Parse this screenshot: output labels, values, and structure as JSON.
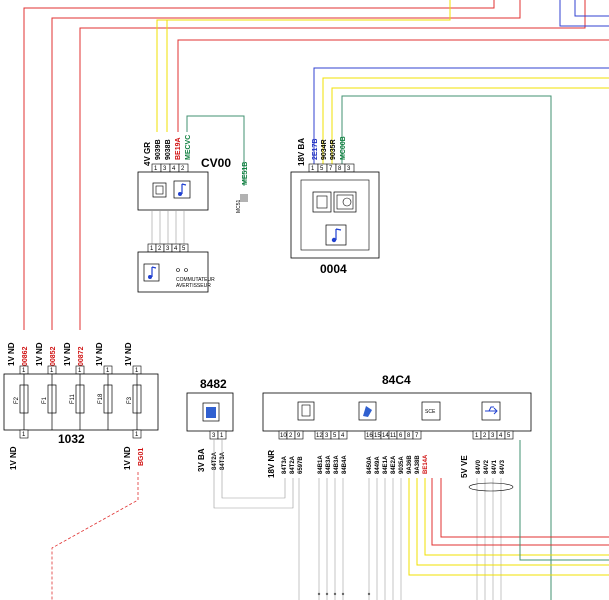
{
  "colors": {
    "red": "#e03030",
    "yellow": "#f0e000",
    "blue": "#3040d0",
    "green": "#409070",
    "grey": "#a0a0a0",
    "code_red": "#d01010",
    "code_green": "#108040",
    "code_blue": "#2030c0"
  },
  "components": {
    "cv00": {
      "name": "CV00",
      "supply": "4V GR",
      "wire_codes": [
        "9039B",
        "9038B",
        "BE19A",
        "MECVC"
      ],
      "pins_top": [
        "1",
        "3",
        "4",
        "2"
      ],
      "pins_bottom": [
        "1",
        "2",
        "3",
        "4",
        "5"
      ],
      "subdevice_text": [
        "COMMUTATEUR",
        "AVERTISSEUR"
      ],
      "ground_code": "ME51B",
      "ground_label": "MC51"
    },
    "c0004": {
      "name": "0004",
      "supply": "18V BA",
      "wire_codes": [
        "2E17B",
        "9034R",
        "9035R",
        "MC00B"
      ],
      "pins": [
        "1",
        "5",
        "7",
        "8",
        "3"
      ]
    },
    "c1032": {
      "name": "1032",
      "tops": [
        {
          "supply": "1V ND",
          "code": "00862",
          "pin": "1"
        },
        {
          "supply": "1V ND",
          "code": "00852",
          "pin": "1"
        },
        {
          "supply": "1V ND",
          "code": "00872",
          "pin": "1"
        },
        {
          "supply": "1V ND",
          "code": "",
          "pin": "1"
        },
        {
          "supply": "1V ND",
          "code": "",
          "pin": "1"
        }
      ],
      "fuses": [
        "F2",
        "F1",
        "F11",
        "F18",
        "F3"
      ],
      "bottoms": [
        {
          "supply": "1V ND",
          "code": "",
          "pin": "1"
        },
        {
          "supply": "1V ND",
          "code": "BG01",
          "pin": "1"
        }
      ]
    },
    "c8482": {
      "name": "8482",
      "supply": "3V BA",
      "pins": [
        "3",
        "1"
      ],
      "codes": [
        "84T2A",
        "84T3A"
      ]
    },
    "c84c4": {
      "name": "84C4",
      "ecu_text": "SCE",
      "groups": [
        {
          "supply": "18V NR",
          "pins": [
            "10",
            "2",
            "9"
          ],
          "codes": [
            "84T3A",
            "84T2A",
            "6597B"
          ]
        },
        {
          "supply": "",
          "pins": [
            "12",
            "3",
            "5",
            "4"
          ],
          "codes": [
            "84B1A",
            "84B3A",
            "84B3A",
            "84B4A"
          ]
        },
        {
          "supply": "",
          "pins": [
            "16",
            "15",
            "14",
            "11",
            "6",
            "8",
            "7"
          ],
          "codes": [
            "8450A",
            "8449A",
            "84E1A",
            "84E2A",
            "9035A",
            "9A36B",
            "9A38B",
            "BE14A"
          ]
        },
        {
          "supply": "5V VE",
          "pins": [
            "1",
            "2",
            "3",
            "4",
            "5"
          ],
          "codes": [
            "84V0",
            "84V2",
            "84V1",
            "84V3"
          ]
        }
      ]
    }
  }
}
